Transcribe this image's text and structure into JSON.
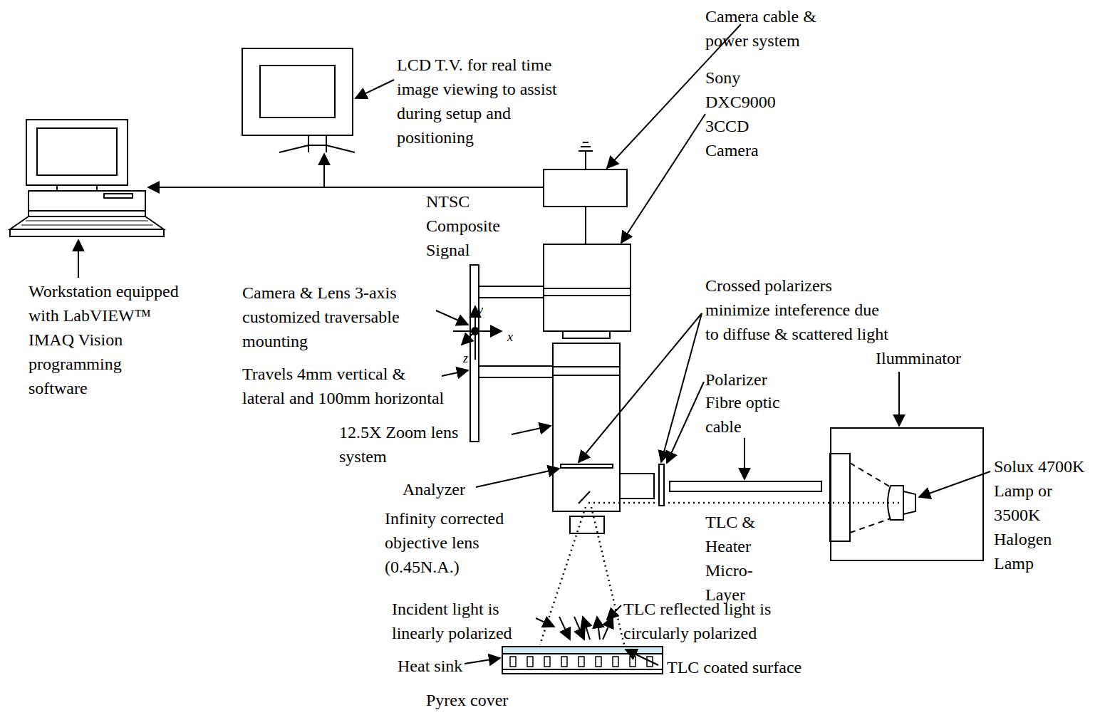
{
  "diagram": {
    "nodes": [
      {
        "text": [
          "Ilumminator"
        ]
      }
    ],
    "labels": [
      "Camera cable & power system",
      "Sony DXC9000 3CCD Camera",
      "LCD T.V. for real time image viewing to assist during setup and positioning",
      "NTSC Composite Signal",
      "Workstation equipped with LabVIEW™ IMAQ Vision programming software",
      "Camera & Lens 3-axis customized traversable mounting",
      "Travels 4mm vertical & lateral and 100mm horizontal",
      "y",
      "x",
      "z",
      "Crossed polarizers minimize inteference due to diffuse & scattered light",
      "Polarizer",
      "Fibre optic cable",
      "12.5X Zoom lens system",
      "Analyzer",
      "Infinity corrected objective lens (0.45N.A.)",
      "TLC & Heater Micro-Layer",
      "Solux 4700K Lamp or 3500K Halogen Lamp",
      "Incident light is linearly polarized",
      "TLC reflected light is circularly polarized",
      "Heat sink",
      "TLC coated surface",
      "Pyrex cover"
    ]
  }
}
